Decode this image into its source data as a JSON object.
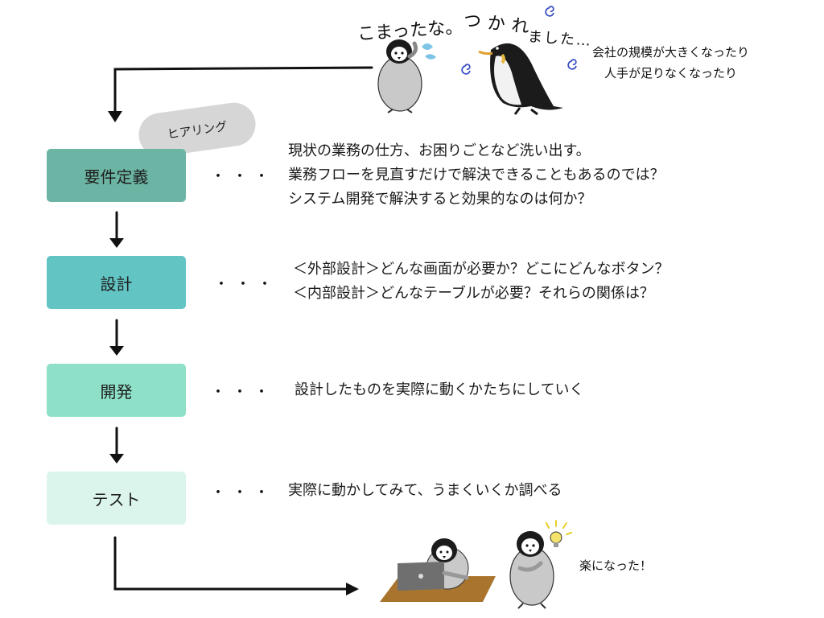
{
  "top": {
    "exclaim_left": "こまったな。",
    "exclaim_right_line1": "つかれ",
    "exclaim_right_line2": "ました…",
    "problem_line1": "会社の規模が大きくなったり",
    "problem_line2": "人手が足りなくなったり"
  },
  "hearing_label": "ヒアリング",
  "stages": [
    {
      "label": "要件定義",
      "color": "#6cb4a3",
      "dots": "・・・",
      "lines": [
        "現状の業務の仕方、お困りごとなど洗い出す。",
        "業務フローを見直すだけで解決できることもあるのでは？",
        "システム開発で解決すると効果的なのは何か？"
      ]
    },
    {
      "label": "設計",
      "color": "#63c4c4",
      "dots": "・・・",
      "lines": [
        "＜外部設計＞どんな画面が必要か？どこにどんなボタン？",
        "＜内部設計＞どんなテーブルが必要？それらの関係は？"
      ]
    },
    {
      "label": "開発",
      "color": "#8ee0c8",
      "dots": "・・・",
      "lines": [
        "設計したものを実際に動くかたちにしていく"
      ]
    },
    {
      "label": "テスト",
      "color": "#dcf5ec",
      "dots": "・・・",
      "lines": [
        "実際に動かしてみて、うまくいくか調べる"
      ]
    }
  ],
  "bottom": {
    "result": "楽になった！"
  },
  "colors": {
    "arrow": "#111111",
    "bubble": "#d6d6d6",
    "desk": "#a8742e",
    "laptop": "#6f6f6f",
    "penguin_body": "#c9c9c9",
    "penguin_dark": "#1b1b1b",
    "spiral": "#3a4fc2",
    "sweat": "#7ec4e8",
    "bulb": "#f4e36a"
  },
  "icons": [
    "confused-penguin-chick-icon",
    "tired-emperor-penguin-icon",
    "working-penguin-laptop-icon",
    "idea-penguin-lightbulb-icon"
  ]
}
